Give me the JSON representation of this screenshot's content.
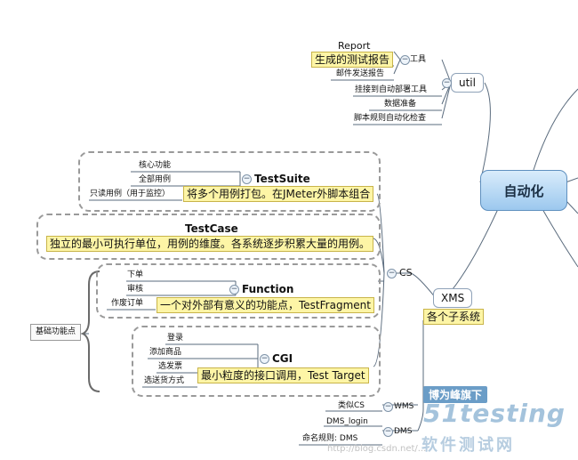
{
  "central": "自动化",
  "util": {
    "label": "util",
    "tools": {
      "label": "工具",
      "report_label": "Report",
      "report_desc": "生成的测试报告",
      "mail": "邮件发送报告"
    },
    "deploy": "挂接到自动部署工具",
    "data_prep": "数据准备",
    "script_check": "脚本规则自动化检查"
  },
  "xms": {
    "label": "XMS",
    "desc": "各个子系统",
    "cs": "CS",
    "wms": "WMS",
    "wms_child": "类似CS",
    "dms": "DMS",
    "dms_login": "DMS_login",
    "dms_child_prefix": "命名规则:",
    "dms_child": "DMS"
  },
  "testsuite": {
    "title": "TestSuite",
    "desc": "将多个用例打包。在JMeter外脚本组合",
    "items": [
      "核心功能",
      "全部用例",
      "只读用例（用于监控）"
    ]
  },
  "testcase": {
    "title": "TestCase",
    "desc": "独立的最小可执行单位，用例的维度。各系统逐步积累大量的用例。"
  },
  "function": {
    "title": "Function",
    "desc": "一个对外部有意义的功能点，TestFragment",
    "items": [
      "下单",
      "审核",
      "作废订单"
    ]
  },
  "cgi": {
    "title": "CGI",
    "desc": "最小粒度的接口调用，Test Target",
    "items": [
      "登录",
      "添加商品",
      "选发票",
      "选送货方式"
    ]
  },
  "basic_label": "基础功能点",
  "watermark": {
    "site": "博为峰旗下",
    "brand": "51testing",
    "cn": "软件测试网",
    "url": "http://blog.csdn.net/..."
  },
  "colors": {
    "highlight": "#fdf5a6",
    "central_fill": "#9cc8ee",
    "dashed_border": "#9a9a9a",
    "line": "#5a6b7d"
  }
}
